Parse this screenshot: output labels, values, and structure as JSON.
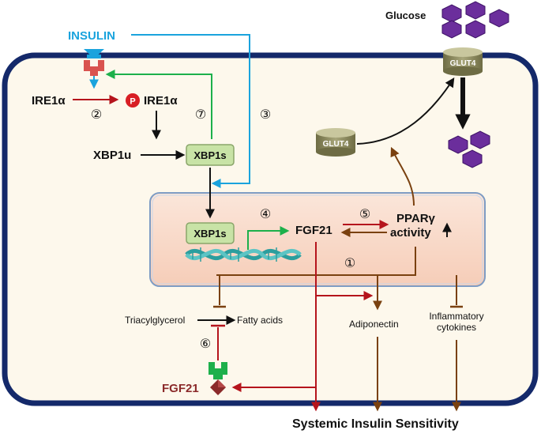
{
  "labels": {
    "insulin": "INSULIN",
    "glucose": "Glucose",
    "glut4_membrane": "GLUT4",
    "glut4_vesicle": "GLUT4",
    "ire1a_left": "IRE1α",
    "ire1a_right": "IRE1α",
    "phospho": "P",
    "xbp1u": "XBP1u",
    "xbp1s_cytoplasm": "XBP1s",
    "xbp1s_nucleus": "XBP1s",
    "fgf21_nucleus": "FGF21",
    "pparg_line1": "PPARγ",
    "pparg_line2": "activity",
    "triacylglycerol": "Triacylglycerol",
    "fatty_acids": "Fatty acids",
    "adiponectin": "Adiponectin",
    "inflammatory_line1": "Inflammatory",
    "inflammatory_line2": "cytokines",
    "fgf21_secreted": "FGF21",
    "systemic": "Systemic Insulin Sensitivity"
  },
  "steps": [
    "①",
    "②",
    "③",
    "④",
    "⑤",
    "⑥",
    "⑦"
  ],
  "colors": {
    "cell_border": "#14296a",
    "cytoplasm": "#fdf8ec",
    "nucleus_fill": "#f9dccc",
    "nucleus_border": "#7e9cc4",
    "insulin_blue": "#1aa3dd",
    "green_arrow": "#1db04b",
    "red_arrow": "#b5141c",
    "brown_arrow": "#7a4110",
    "glucose_purple": "#6b2e9c",
    "glut4_olive": "#8c8a5e",
    "xbp1s_box": "#c8e3a6",
    "dna_teal": "#2b9e9e"
  }
}
